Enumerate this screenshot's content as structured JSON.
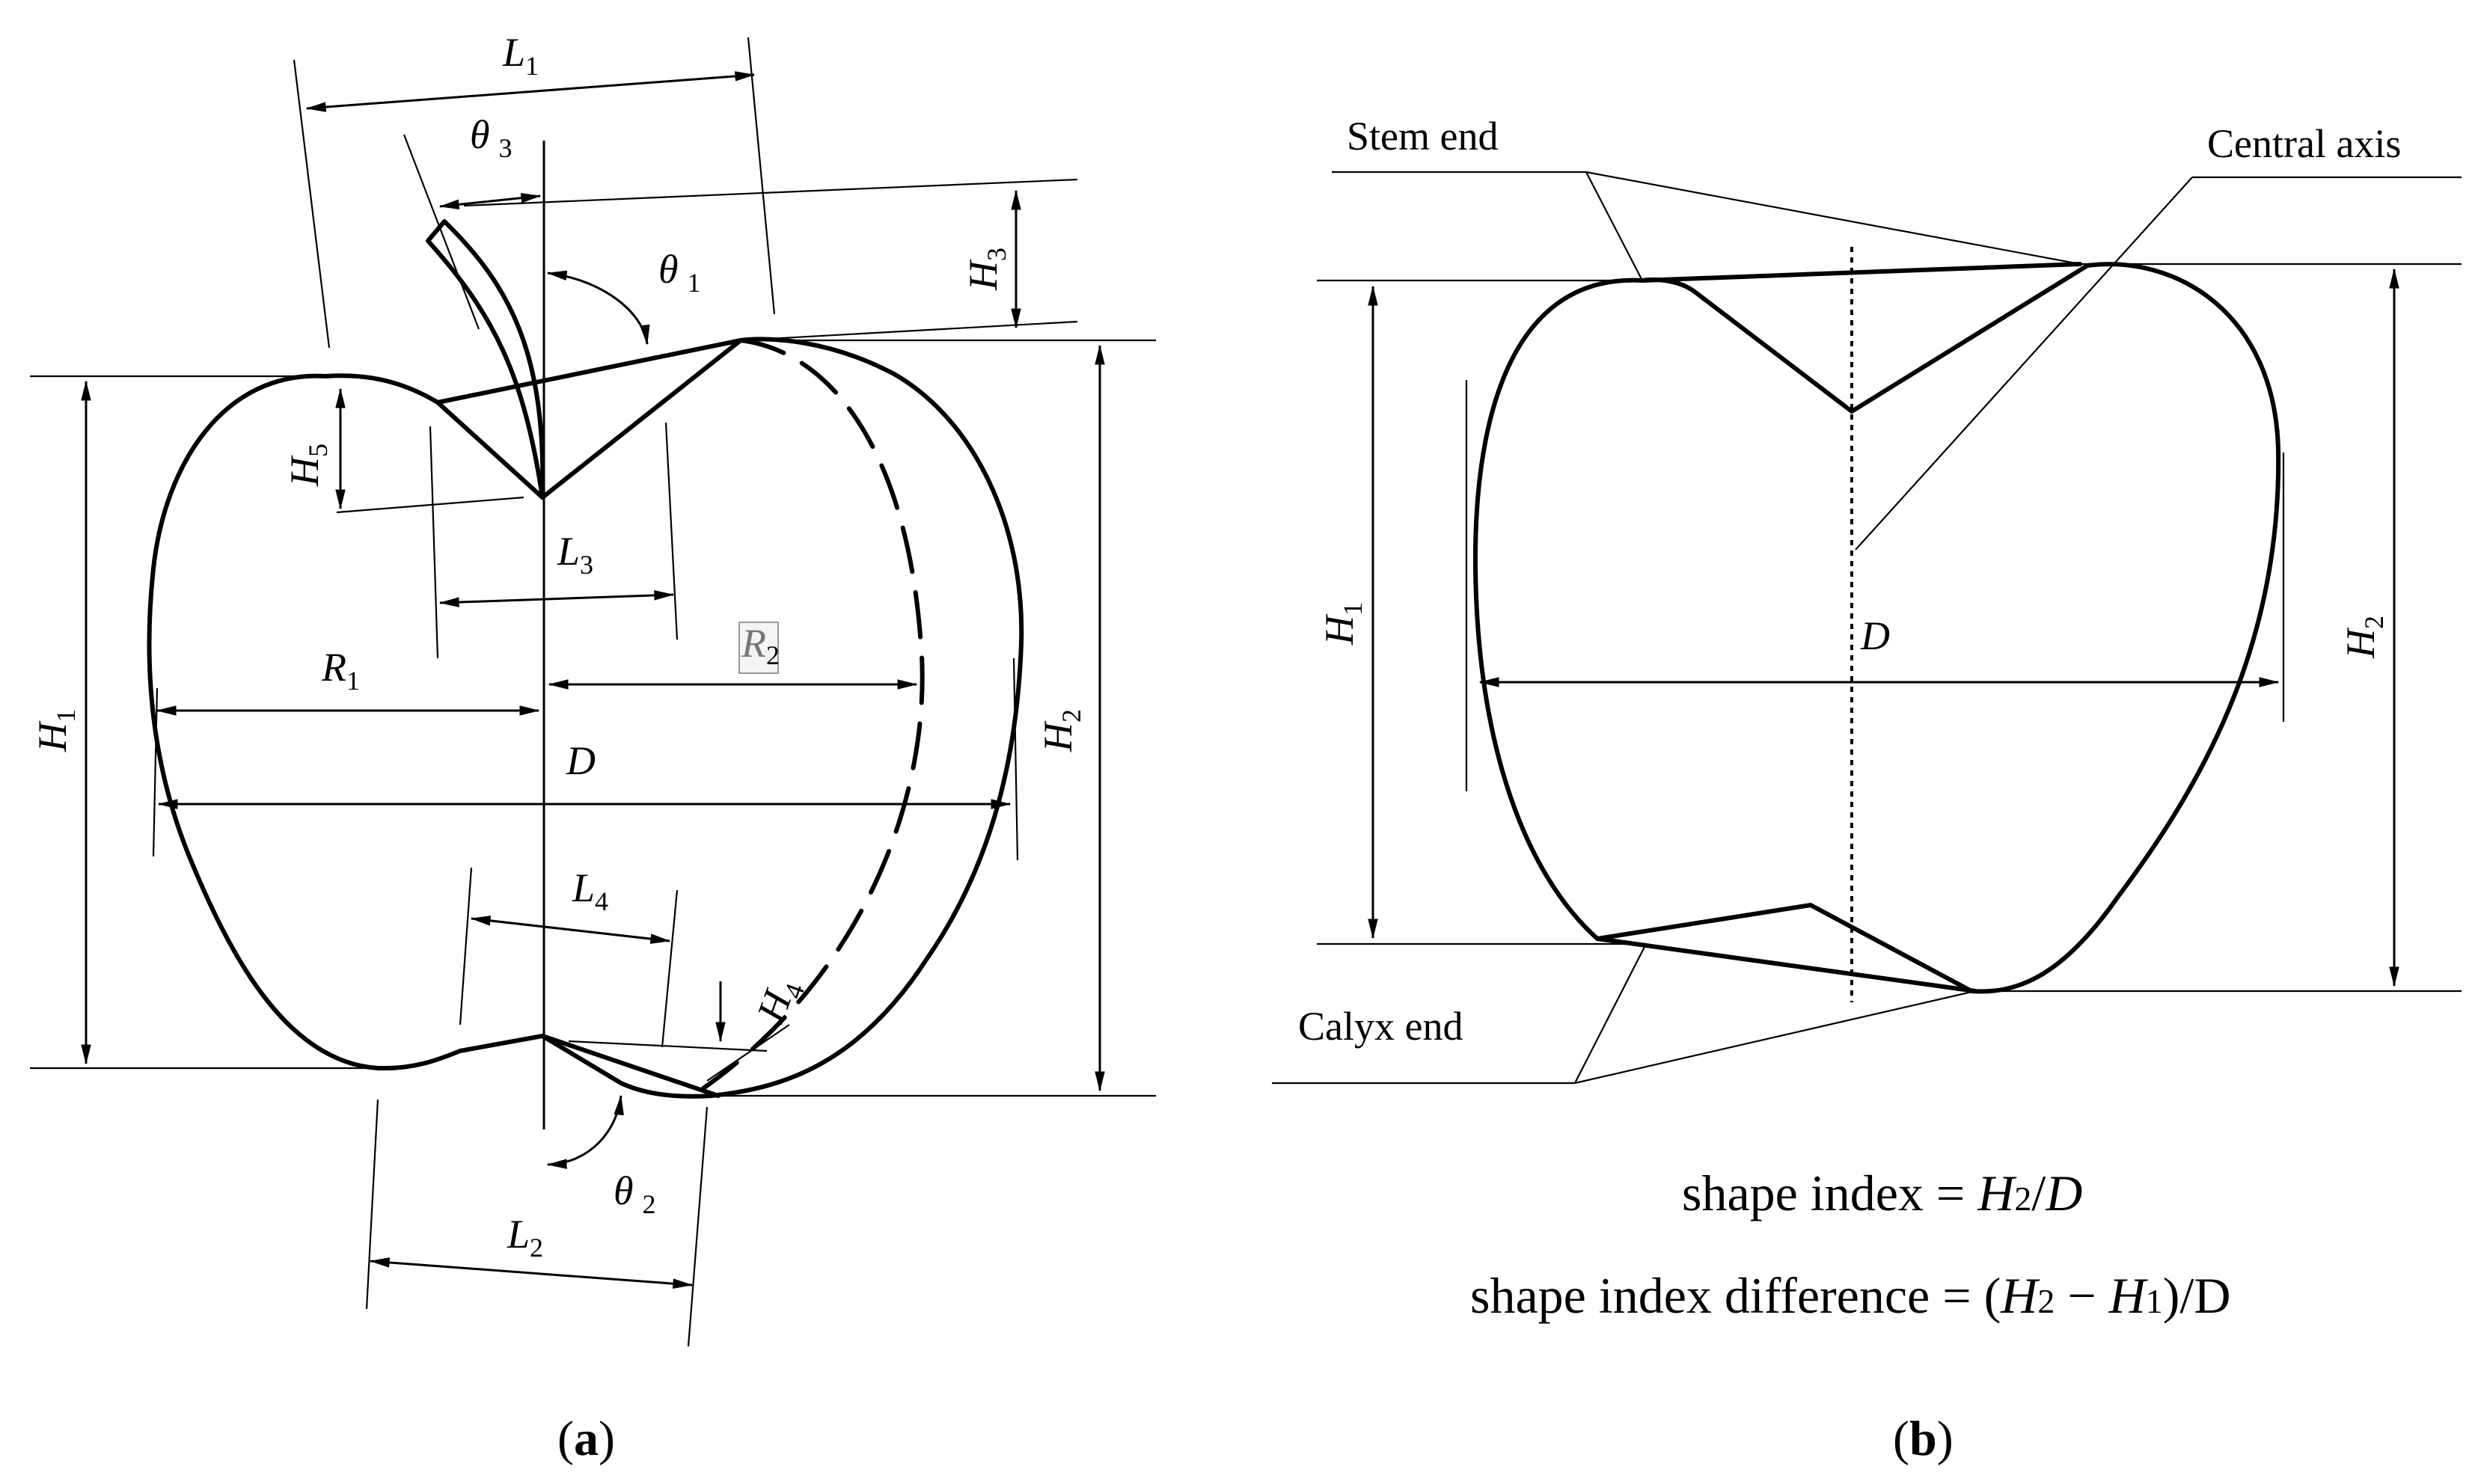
{
  "panel_a": {
    "caption": {
      "open": "(",
      "letter": "a",
      "close": ")"
    },
    "labels": {
      "L1": {
        "base": "L",
        "sub": "1"
      },
      "L2": {
        "base": "L",
        "sub": "2"
      },
      "L3": {
        "base": "L",
        "sub": "3"
      },
      "L4": {
        "base": "L",
        "sub": "4"
      },
      "H1": {
        "base": "H",
        "sub": "1"
      },
      "H2": {
        "base": "H",
        "sub": "2"
      },
      "H3": {
        "base": "H",
        "sub": "3"
      },
      "H4": {
        "base": "H",
        "sub": "4"
      },
      "H5": {
        "base": "H",
        "sub": "5"
      },
      "R1": {
        "base": "R",
        "sub": "1"
      },
      "R2": {
        "base": "R",
        "sub": "2"
      },
      "theta1": {
        "base": "θ",
        "sub": "1"
      },
      "theta2": {
        "base": "θ",
        "sub": "2"
      },
      "theta3": {
        "base": "θ",
        "sub": "3"
      },
      "D": "D"
    }
  },
  "panel_b": {
    "caption": {
      "open": "(",
      "letter": "b",
      "close": ")"
    },
    "callouts": {
      "stem_end": "Stem end",
      "central_axis": "Central axis",
      "calyx_end": "Calyx end"
    },
    "labels": {
      "H1": {
        "base": "H",
        "sub": "1"
      },
      "H2": {
        "base": "H",
        "sub": "2"
      },
      "D": "D"
    },
    "formulas": {
      "shape_index": {
        "prefix": "shape index = ",
        "h": "H",
        "h_sub": "2",
        "slash": "/",
        "d": "D"
      },
      "shape_index_difference": {
        "prefix": "shape index difference = (",
        "h2": "H",
        "h2_sub": "2",
        "minus": " − ",
        "h1": "H",
        "h1_sub": "1",
        "close": ")/D"
      }
    }
  }
}
